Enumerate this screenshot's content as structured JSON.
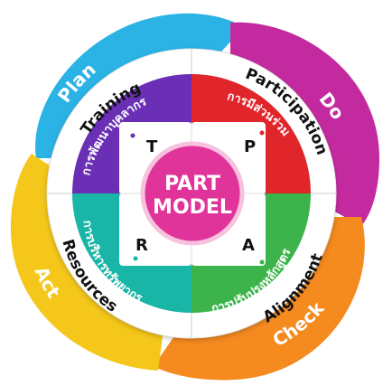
{
  "outer_labels": {
    "plan": "Plan",
    "do": "Do",
    "check": "Check",
    "act": "Act"
  },
  "ring_labels": {
    "training": "Training",
    "participation": "Participation",
    "alignment": "Alignment",
    "resources": "Resources"
  },
  "thai_labels": {
    "top_left": "การพัฒนาบุคลากร",
    "top_right": "การมีส่วนร่วม",
    "bottom_right": "การปรับปรุงหลักสูตร",
    "bottom_left": "การบริหารทรัพยากร"
  },
  "letters": {
    "t": "T",
    "p": "P",
    "a": "A",
    "r": "R"
  },
  "center": {
    "line1": "PART",
    "line2": "MODEL"
  },
  "colors": {
    "plan": "#2bb3e6",
    "do": "#c42a9f",
    "check": "#f58a1f",
    "act": "#f5c71a",
    "training": "#6a2fb5",
    "participation": "#e0252b",
    "alignment": "#3cb44b",
    "resources": "#19b5a6",
    "center": "#e0349a"
  }
}
